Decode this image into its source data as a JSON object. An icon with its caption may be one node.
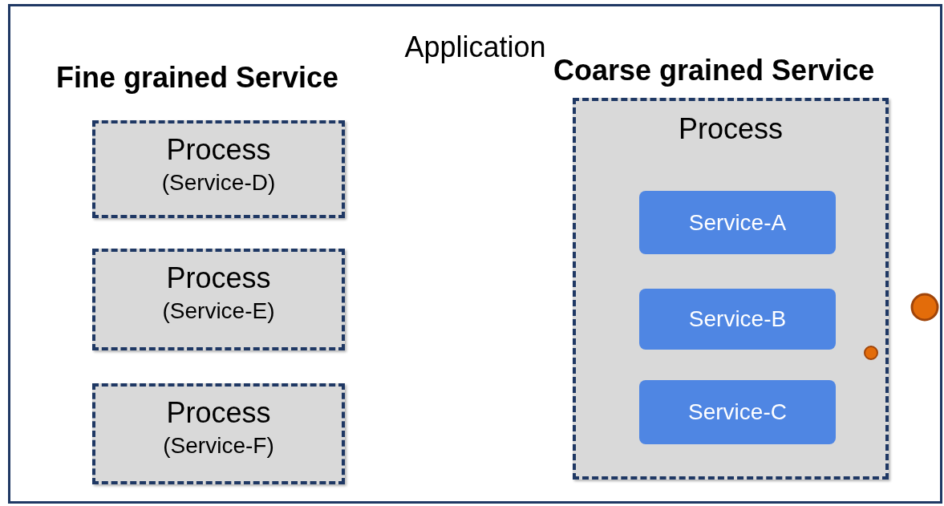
{
  "diagram": {
    "nodes": [
      {
        "text": [
          "Application"
        ]
      },
      {
        "text": [
          "Process",
          "(Service-D)"
        ],
        "in": 0
      },
      {
        "text": [
          "Process",
          "(Service-E)"
        ],
        "in": 0
      },
      {
        "text": [
          "Process",
          "(Service-F)"
        ],
        "in": 0
      },
      {
        "text": [
          "Process"
        ],
        "in": 0
      },
      {
        "text": [
          "Service-A"
        ],
        "in": 4
      },
      {
        "text": [
          "Service-B"
        ],
        "in": 4
      },
      {
        "text": [
          "Service-C"
        ],
        "in": 4
      }
    ],
    "edges": [],
    "labels": [
      "Fine grained Service",
      "Coarse grained Service"
    ]
  }
}
